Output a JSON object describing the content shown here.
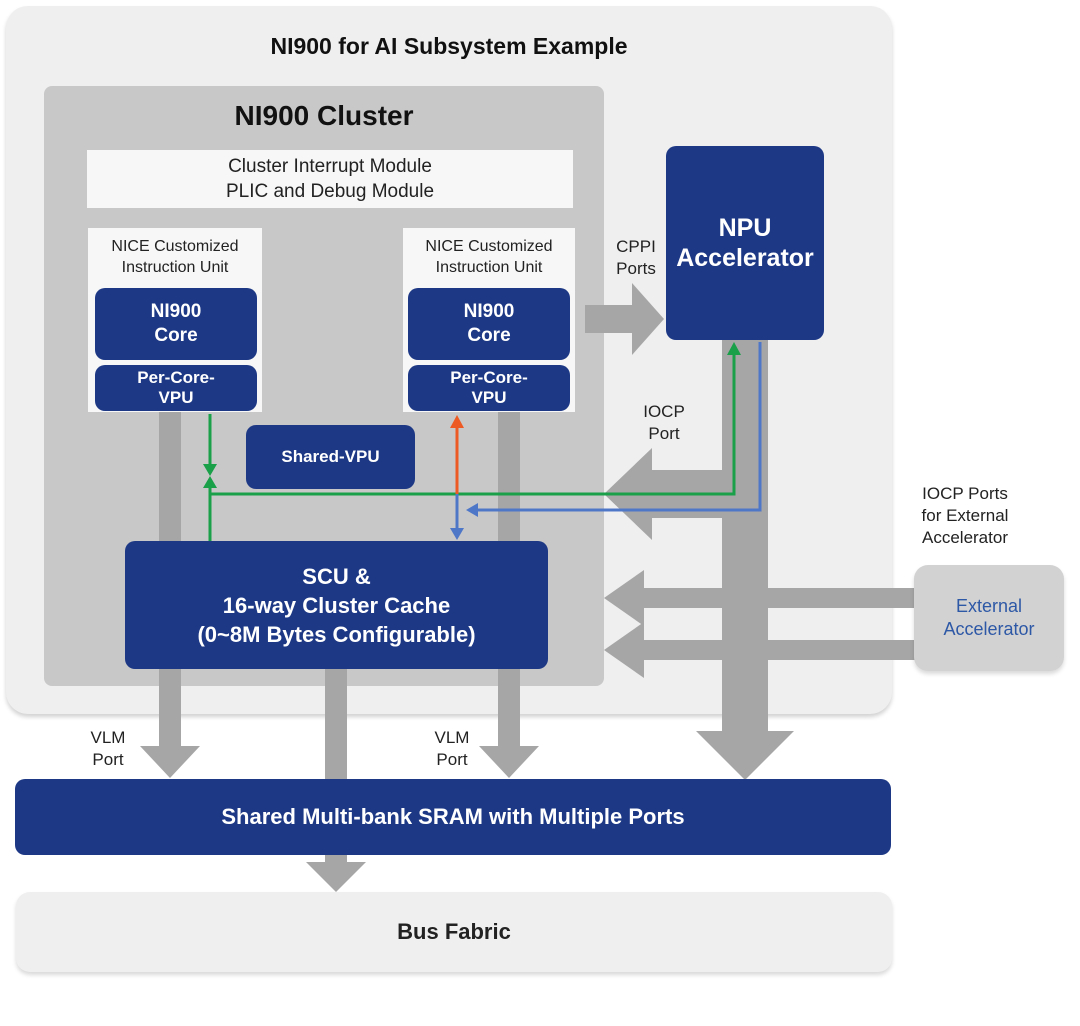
{
  "subsystem": {
    "title": "NI900 for AI Subsystem Example"
  },
  "cluster": {
    "title": "NI900 Cluster",
    "interrupt_line1": "Cluster Interrupt Module",
    "interrupt_line2": "PLIC and Debug Module"
  },
  "nice_left": {
    "label_line1": "NICE Customized",
    "label_line2": "Instruction Unit",
    "core_line1": "NI900",
    "core_line2": "Core",
    "vpu_line1": "Per-Core-",
    "vpu_line2": "VPU"
  },
  "nice_right": {
    "label_line1": "NICE Customized",
    "label_line2": "Instruction Unit",
    "core_line1": "NI900",
    "core_line2": "Core",
    "vpu_line1": "Per-Core-",
    "vpu_line2": "VPU"
  },
  "shared_vpu": {
    "label": "Shared-VPU"
  },
  "scu": {
    "line1": "SCU &",
    "line2": "16-way Cluster Cache",
    "line3": "(0~8M Bytes Configurable)"
  },
  "npu": {
    "line1": "NPU",
    "line2": "Accelerator"
  },
  "cppi": {
    "line1": "CPPI",
    "line2": "Ports"
  },
  "iocp": {
    "line1": "IOCP",
    "line2": "Port"
  },
  "iocp_external": {
    "line1": "IOCP Ports",
    "line2": "for External",
    "line3": "Accelerator"
  },
  "external_acc": {
    "line1": "External",
    "line2": "Accelerator"
  },
  "vlm_left": {
    "line1": "VLM",
    "line2": "Port"
  },
  "vlm_right": {
    "line1": "VLM",
    "line2": "Port"
  },
  "sram": {
    "label": "Shared Multi-bank SRAM with Multiple Ports"
  },
  "bus": {
    "label": "Bus Fabric"
  },
  "colors": {
    "navy": "#1d3885",
    "arrow_gray": "#a6a6a6",
    "green": "#1aa048",
    "blue": "#4f77c8",
    "orange": "#ee5a24",
    "external_text": "#2d58a6"
  }
}
